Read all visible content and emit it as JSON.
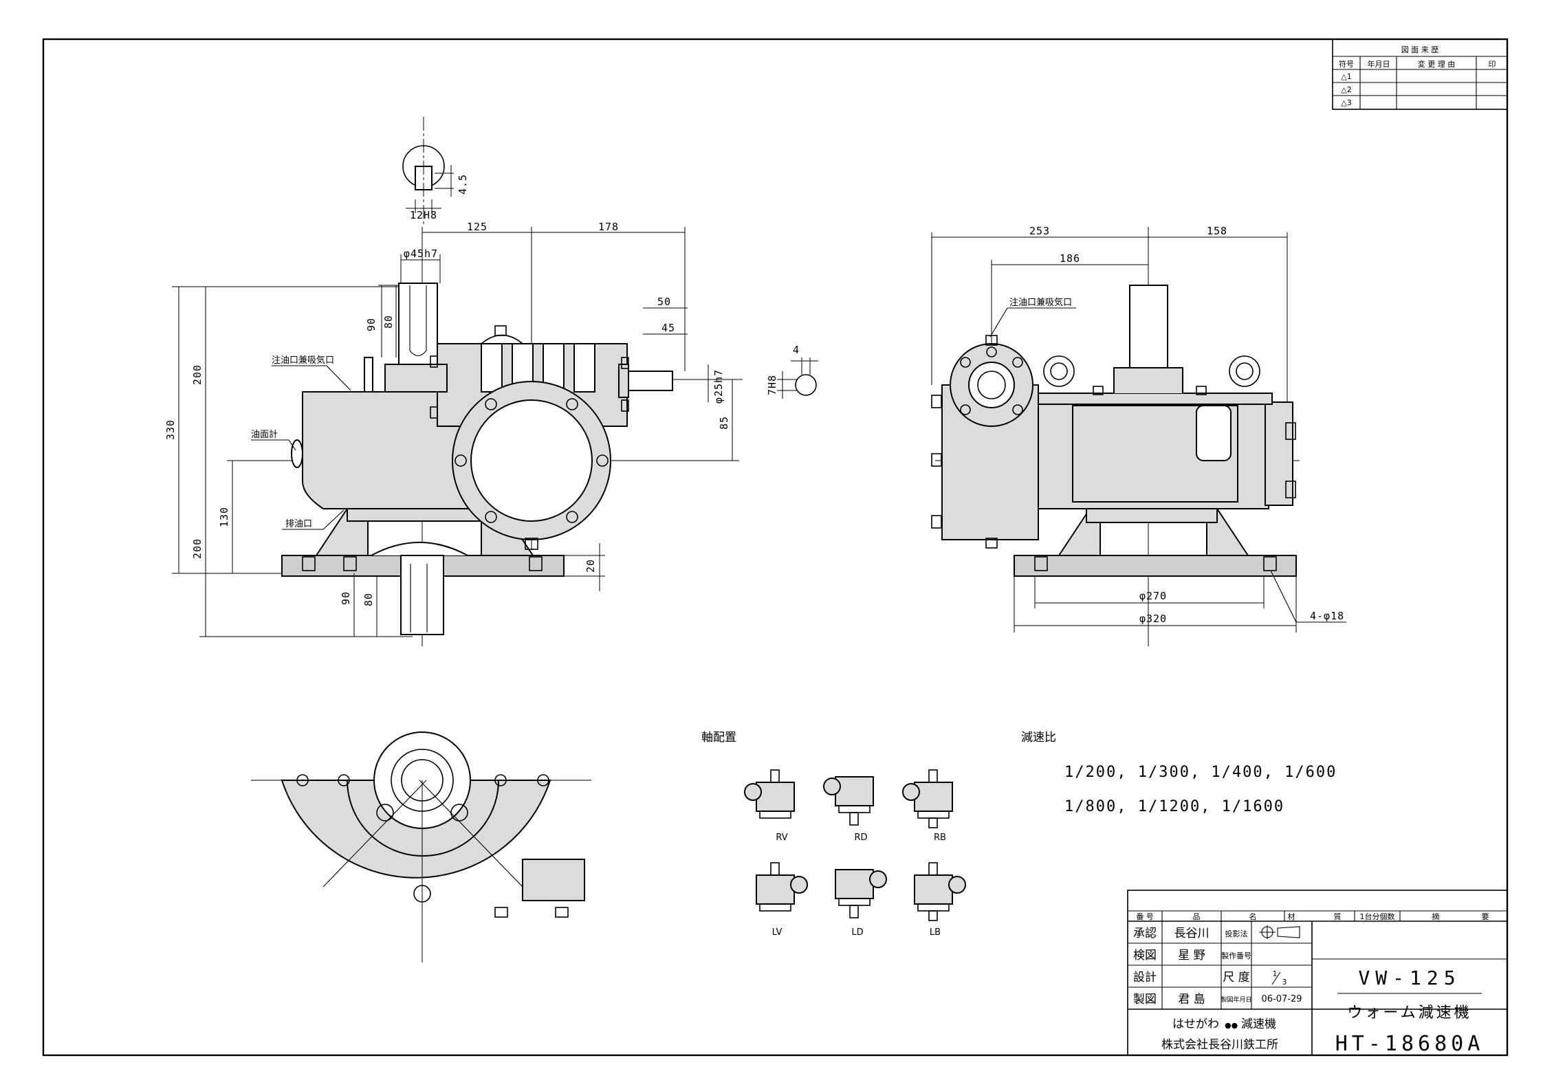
{
  "revision_table": {
    "title": "図 面 来 歴",
    "headers": [
      "符号",
      "年月日",
      "変 更 理 由",
      "印"
    ],
    "rows": [
      "△1",
      "△2",
      "△3"
    ]
  },
  "front_view": {
    "shaft_tip_note_width": "12H8",
    "shaft_tip_note_height": "4.5",
    "dims": {
      "d125": "125",
      "d178": "178",
      "d45h7": "φ45h7",
      "d90a": "90",
      "d80a": "80",
      "d50": "50",
      "d45": "45",
      "d25h7": "φ25h7",
      "d85": "85",
      "d200a": "200",
      "d330": "330",
      "d200b": "200",
      "d130": "130",
      "d20": "20",
      "d90b": "90",
      "d80b": "80"
    },
    "labels": {
      "oil_inlet": "注油口兼吸気口",
      "oil_gauge": "油面計",
      "drain": "排油口"
    }
  },
  "side_key": {
    "d4": "4",
    "d7h8": "7H8"
  },
  "side_view": {
    "dims": {
      "d253": "253",
      "d158": "158",
      "d186": "186",
      "d270": "φ270",
      "d320": "φ320",
      "holes": "4-φ18"
    },
    "labels": {
      "oil_inlet": "注油口兼吸気口"
    }
  },
  "arrangement": {
    "title": "軸配置",
    "items": [
      "RV",
      "RD",
      "RB",
      "LV",
      "LD",
      "LB"
    ]
  },
  "reduction": {
    "title": "減速比",
    "line1": "1/200, 1/300, 1/400, 1/600",
    "line2": "1/800, 1/1200, 1/1600"
  },
  "title_block": {
    "header": {
      "no": "番 号",
      "name": "品",
      "name2": "名",
      "material": "材",
      "quality": "質",
      "qty": "1台分個数",
      "remarks": "摘",
      "remarks2": "要"
    },
    "approve_label": "承認",
    "approve_name": "長谷川",
    "projection_label": "投影法",
    "check_label": "検図",
    "check_name": "星 野",
    "drawno_label": "製作番号",
    "design_label": "設計",
    "scale_label": "尺 度",
    "scale_num": "1",
    "scale_den": "3",
    "draw_label": "製図",
    "draw_name": "君 島",
    "date_label": "製図年月日",
    "date": "06-07-29",
    "model": "VW-125",
    "product": "ウォーム減速機",
    "maker1": "はせがわ",
    "maker1b": "減速機",
    "maker2": "株式会社長谷川鉄工所",
    "drawing_no": "HT-18680A"
  }
}
